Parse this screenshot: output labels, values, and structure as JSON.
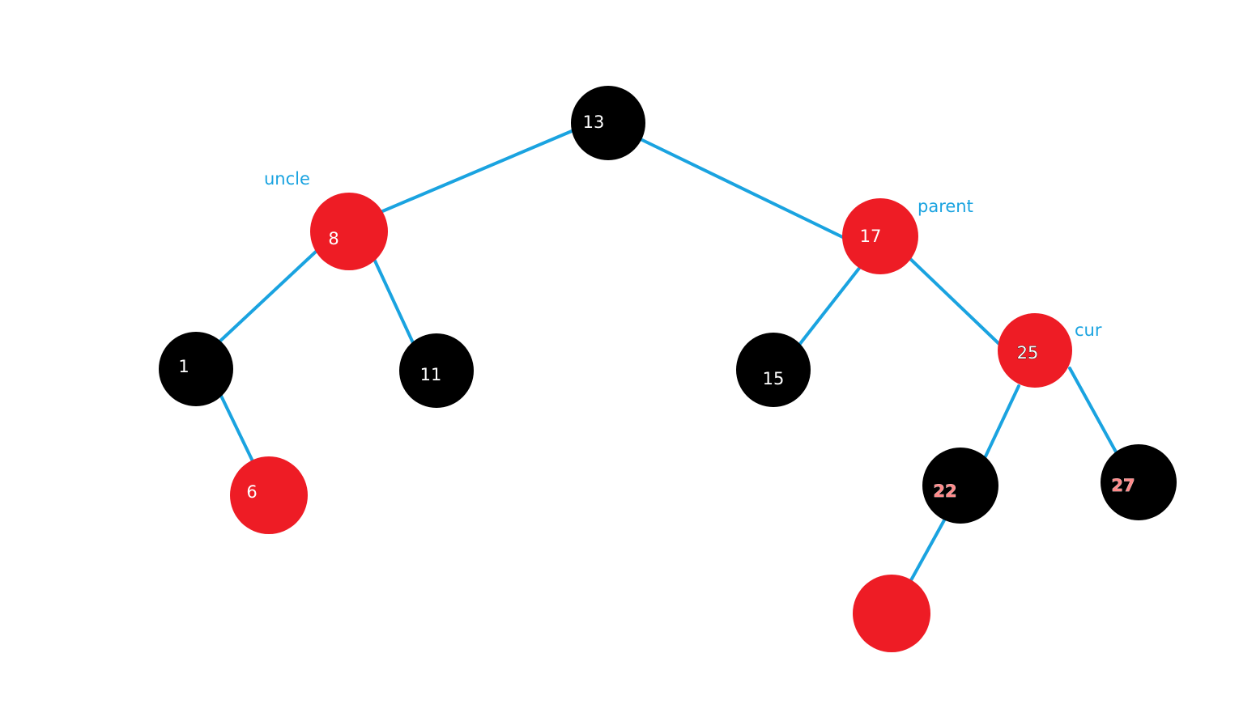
{
  "colors": {
    "edge": "#1aa3e0",
    "red_node": "#ee1c25",
    "black_node": "#000000",
    "label": "#ffffff",
    "annotation": "#1aa3e0"
  },
  "annotations": {
    "uncle": "uncle",
    "parent": "parent",
    "cur": "cur"
  },
  "nodes": {
    "n13": {
      "label": "13",
      "color": "black"
    },
    "n8": {
      "label": "8",
      "color": "red"
    },
    "n17": {
      "label": "17",
      "color": "red"
    },
    "n1": {
      "label": "1",
      "color": "black"
    },
    "n11": {
      "label": "11",
      "color": "black"
    },
    "n15": {
      "label": "15",
      "color": "black"
    },
    "n25": {
      "label": "25",
      "color": "red"
    },
    "n6": {
      "label": "6",
      "color": "red"
    },
    "n22": {
      "label": "22",
      "color": "black"
    },
    "n27": {
      "label": "27",
      "color": "black"
    },
    "nEmpty": {
      "label": "",
      "color": "red"
    }
  },
  "edges": [
    [
      "n13",
      "n8"
    ],
    [
      "n13",
      "n17"
    ],
    [
      "n8",
      "n1"
    ],
    [
      "n8",
      "n11"
    ],
    [
      "n1",
      "n6"
    ],
    [
      "n17",
      "n15"
    ],
    [
      "n17",
      "n25"
    ],
    [
      "n25",
      "n22"
    ],
    [
      "n25",
      "n27"
    ],
    [
      "n22",
      "nEmpty"
    ]
  ]
}
